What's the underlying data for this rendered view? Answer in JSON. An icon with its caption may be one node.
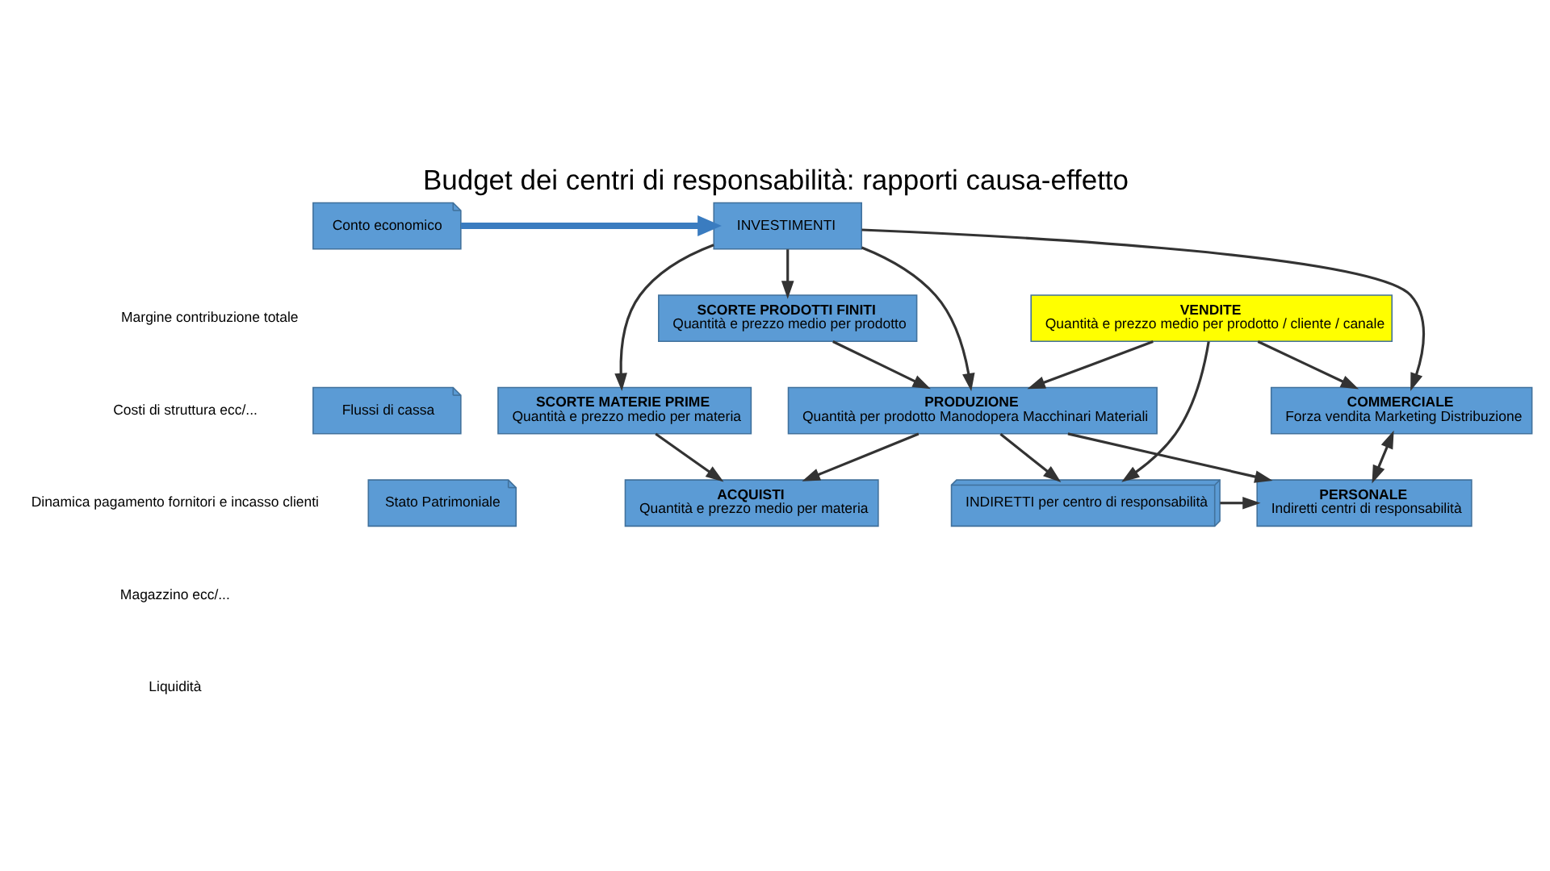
{
  "diagram": {
    "title": "Budget dei centri di responsabilità: rapporti causa-effetto",
    "nodes": [
      {
        "text": [
          "INVESTIMENTI"
        ]
      },
      {
        "text": [
          "VENDITE",
          "Quantità e prezzo medio per prodotto / cliente / canale"
        ]
      },
      {
        "text": [
          "SCORTE PRODOTTI FINITI",
          "Quantità e prezzo medio per prodotto"
        ]
      },
      {
        "text": [
          "COMMERCIALE",
          "Forza vendita Marketing Distribuzione"
        ]
      },
      {
        "text": [
          "PRODUZIONE",
          "Quantità per prodotto Manodopera Macchinari Materiali"
        ]
      },
      {
        "text": [
          "SCORTE MATERIE PRIME",
          "Quantità e prezzo medio per materia"
        ]
      },
      {
        "text": [
          "PERSONALE",
          "Indiretti centri di responsabilità"
        ]
      },
      {
        "text": [
          "INDIRETTI per centro di responsabilità"
        ]
      },
      {
        "text": [
          "ACQUISTI",
          "Quantità e prezzo medio per materia"
        ]
      },
      {
        "text": [
          "Conto economico"
        ]
      },
      {
        "text": [
          "Flussi di cassa"
        ]
      },
      {
        "text": [
          "Stato Patrimoniale"
        ]
      }
    ],
    "edges": [
      {
        "from": 0,
        "to": 3,
        "arrow": "to"
      },
      {
        "from": 0,
        "to": 4,
        "arrow": "to"
      },
      {
        "from": 0,
        "to": 2,
        "arrow": "to"
      },
      {
        "from": 0,
        "to": 5,
        "arrow": "to"
      },
      {
        "from": 1,
        "to": 3,
        "arrow": "to"
      },
      {
        "from": 1,
        "to": 4,
        "arrow": "to"
      },
      {
        "from": 1,
        "to": 7,
        "arrow": "to"
      },
      {
        "from": 2,
        "to": 4,
        "arrow": "to"
      },
      {
        "from": 3,
        "to": 6,
        "arrow": "both"
      },
      {
        "from": 4,
        "to": 6,
        "arrow": "to"
      },
      {
        "from": 7,
        "to": 6,
        "arrow": "to"
      },
      {
        "from": 4,
        "to": 7,
        "arrow": "to"
      },
      {
        "from": 4,
        "to": 8,
        "arrow": "to"
      },
      {
        "from": 5,
        "to": 8,
        "arrow": "to"
      },
      {
        "from": 9,
        "to": 0,
        "arrow": "to",
        "style": "thick",
        "color": "#3a7cc0"
      }
    ],
    "labels": [
      "Margine contribuzione totale",
      "Costi di struttura ecc/...",
      "Dinamica pagamento fornitori e incasso clienti",
      "Magazzino ecc/...",
      "Liquidità"
    ]
  }
}
